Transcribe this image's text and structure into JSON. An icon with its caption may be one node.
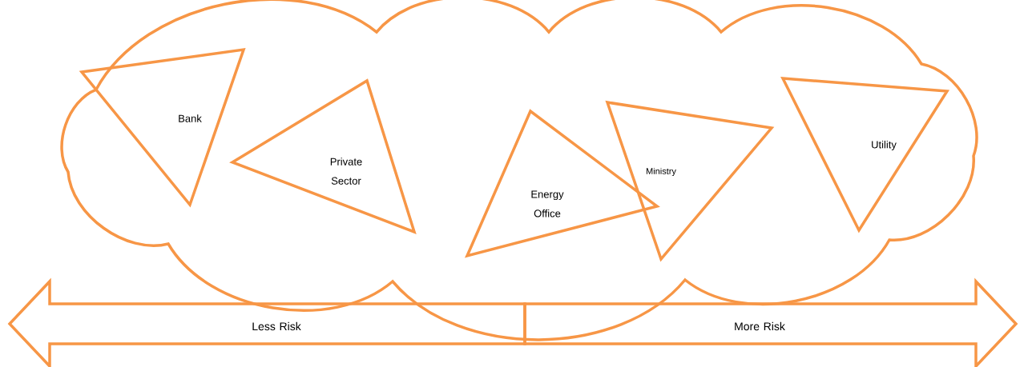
{
  "diagram": {
    "nodes": [
      {
        "text": [],
        "shape": "cloud"
      },
      {
        "text": [
          "Bank"
        ],
        "in": 0
      },
      {
        "text": [
          "Private Sector"
        ],
        "in": 0
      },
      {
        "text": [
          "Energy Office"
        ],
        "in": 0
      },
      {
        "text": [
          "Ministry"
        ],
        "in": 0
      },
      {
        "text": [
          "Utility"
        ],
        "in": 0
      },
      {
        "text": [
          "Less Risk"
        ]
      },
      {
        "text": [
          "More Risk"
        ]
      }
    ]
  }
}
